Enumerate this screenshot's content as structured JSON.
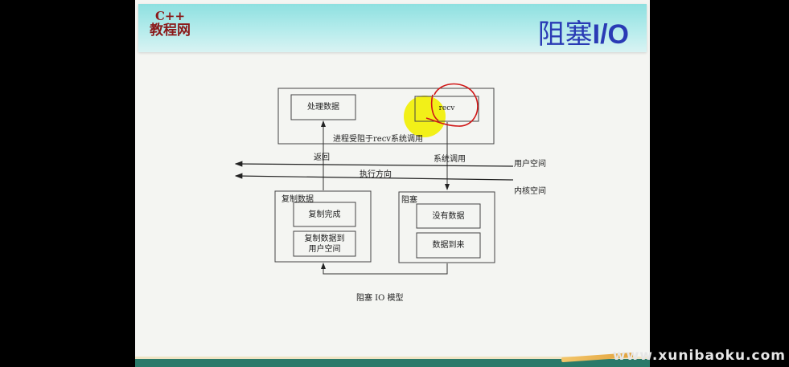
{
  "slide": {
    "logo": {
      "line1": "C++",
      "line2": "教程网"
    },
    "title": {
      "cn": "阻塞",
      "en": "I/O"
    },
    "watermark": "www.xunibaoku.com"
  },
  "diagram": {
    "user_process": {
      "process_data": "处理数据",
      "recv": "recv",
      "blocked_note": "进程受阻于recv系统调用"
    },
    "arrows": {
      "return": "返回",
      "syscall": "系统调用",
      "exec_direction": "执行方向"
    },
    "spaces": {
      "user": "用户空间",
      "kernel": "内核空间"
    },
    "copy_group": {
      "title": "复制数据",
      "done": "复制完成",
      "copy_line1": "复制数据到",
      "copy_line2": "用户空间"
    },
    "block_group": {
      "title": "阻塞",
      "no_data": "没有数据",
      "data_arrives": "数据到来"
    },
    "caption": "阻塞 IO 模型"
  },
  "colors": {
    "title": "#2a3bb5",
    "logo": "#8b1a1a",
    "header_gradient_top": "#8ee0e0",
    "highlight_circle": "#f2ef00",
    "annotation_red": "#d01818",
    "footer_bar": "#2a7a6a"
  }
}
